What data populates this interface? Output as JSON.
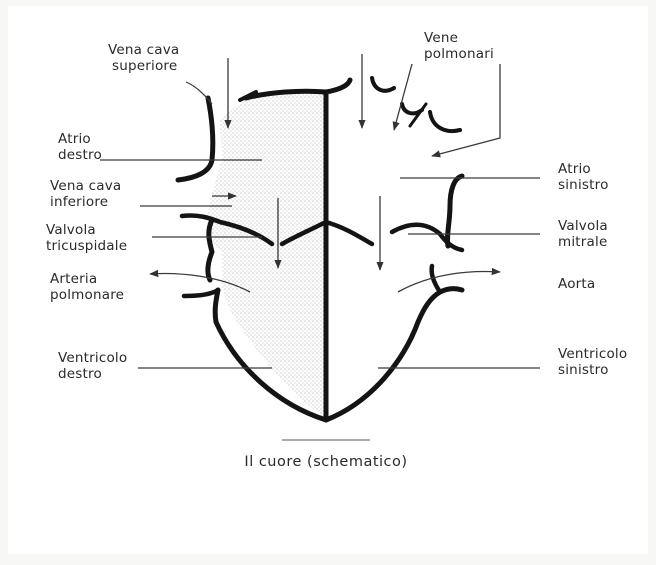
{
  "labels": {
    "vena_cava_superiore_1": "Vena cava",
    "vena_cava_superiore_2": "superiore",
    "vene_polmonari_1": "Vene",
    "vene_polmonari_2": "polmonari",
    "atrio_destro_1": "Atrio",
    "atrio_destro_2": "destro",
    "vena_cava_inferiore_1": "Vena cava",
    "vena_cava_inferiore_2": "inferiore",
    "valvola_tricuspidale_1": "Valvola",
    "valvola_tricuspidale_2": "tricuspidale",
    "arteria_polmonare_1": "Arteria",
    "arteria_polmonare_2": "polmonare",
    "ventricolo_destro_1": "Ventricolo",
    "ventricolo_destro_2": "destro",
    "atrio_sinistro_1": "Atrio",
    "atrio_sinistro_2": "sinistro",
    "valvola_mitrale_1": "Valvola",
    "valvola_mitrale_2": "mitrale",
    "aorta": "Aorta",
    "ventricolo_sinistro_1": "Ventricolo",
    "ventricolo_sinistro_2": "sinistro"
  },
  "caption": "Il cuore (schematico)",
  "colors": {
    "ink": "#141414",
    "stipple": "#8a8a8a",
    "paper": "#ffffff"
  }
}
